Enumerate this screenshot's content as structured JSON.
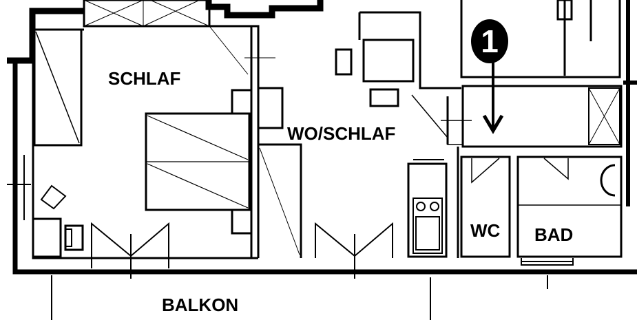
{
  "rooms": {
    "schlaf": "SCHLAF",
    "wo_schlaf": "WO/SCHLAF",
    "wc": "WC",
    "bad": "BAD",
    "balkon": "BALKON"
  },
  "marker": {
    "number": "1"
  }
}
